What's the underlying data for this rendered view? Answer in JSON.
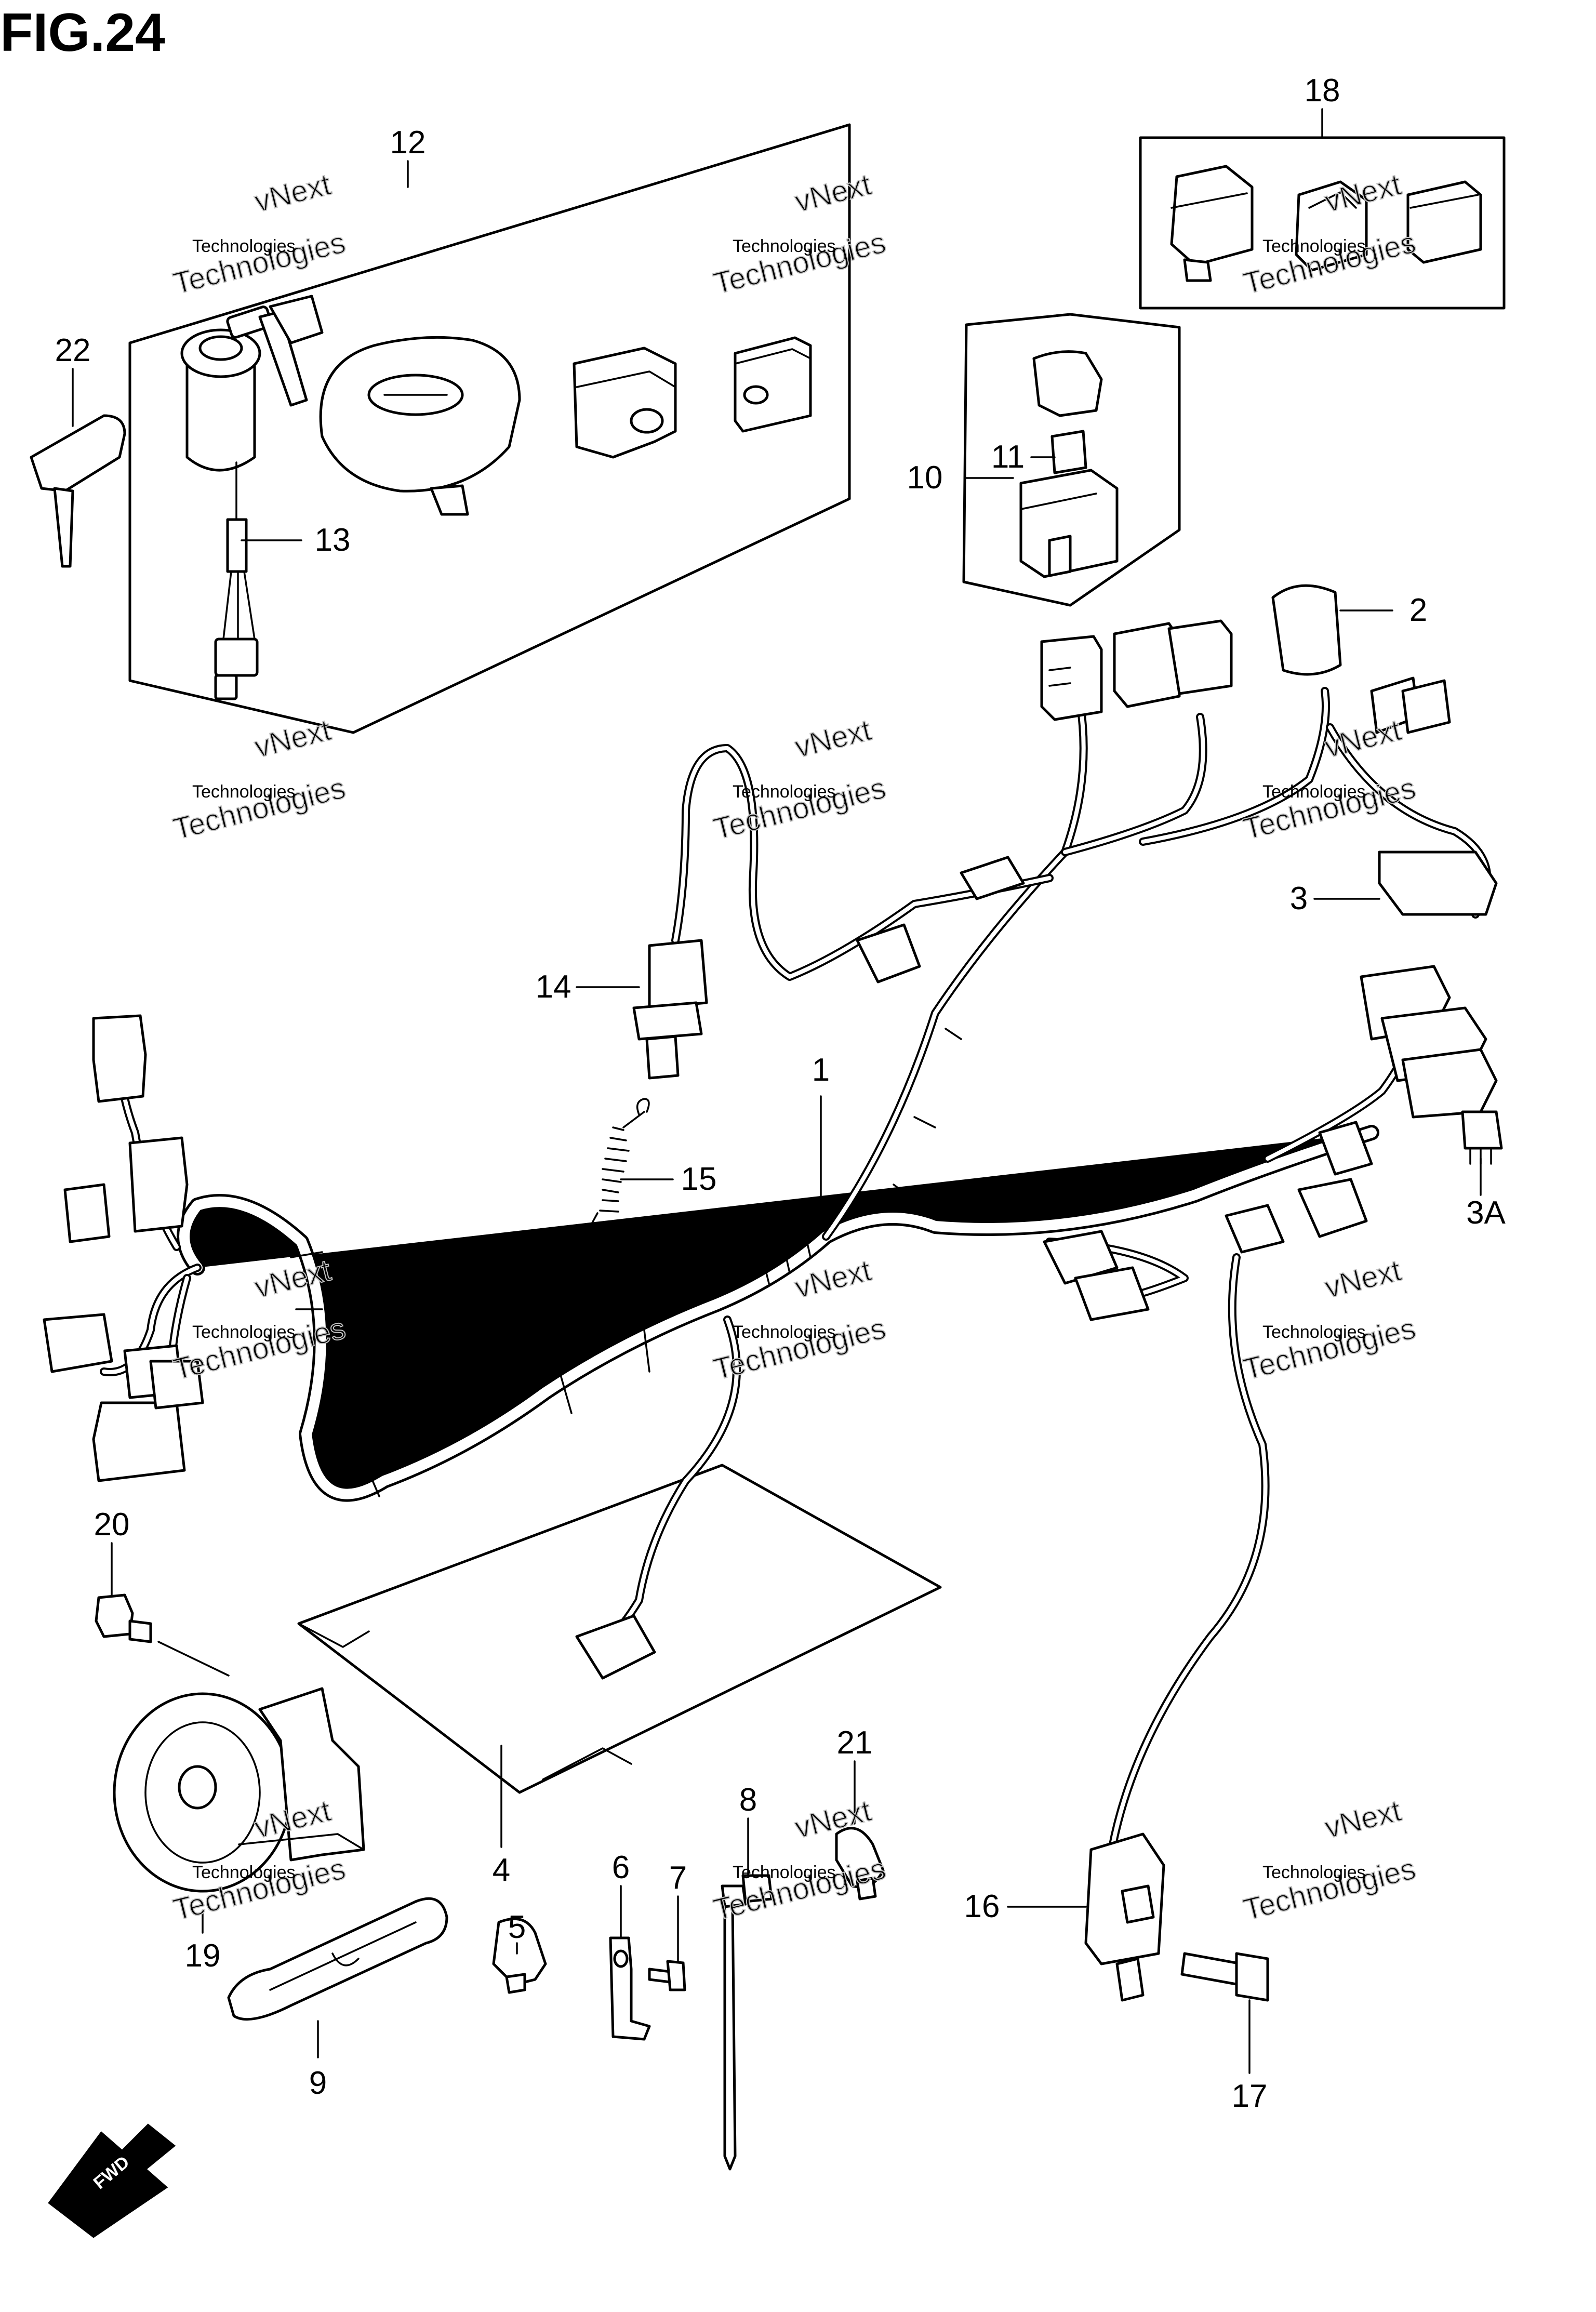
{
  "figure": {
    "title": "FIG.24"
  },
  "watermark": {
    "line1": "vNext",
    "line2": "Technologies",
    "line3": "Technologies"
  },
  "fwd_label": "FWD",
  "callouts": {
    "c1": "1",
    "c2": "2",
    "c3": "3",
    "c3a": "3A",
    "c4": "4",
    "c5": "5",
    "c6": "6",
    "c7": "7",
    "c8": "8",
    "c9": "9",
    "c10": "10",
    "c11": "11",
    "c12": "12",
    "c13": "13",
    "c14": "14",
    "c15": "15",
    "c16": "16",
    "c17": "17",
    "c18": "18",
    "c19": "19",
    "c20": "20",
    "c21": "21",
    "c22": "22"
  },
  "colors": {
    "line": "#000000",
    "background": "#ffffff",
    "watermark": "#9a9a9a"
  }
}
